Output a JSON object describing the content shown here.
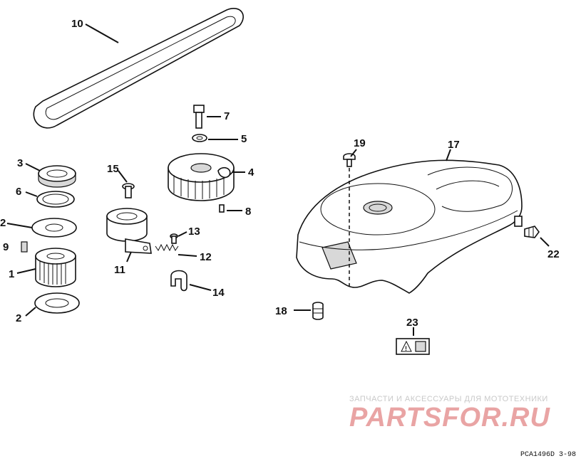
{
  "callouts": {
    "c1": "1",
    "c2a": "2",
    "c2b": "2",
    "c3": "3",
    "c4": "4",
    "c5": "5",
    "c6": "6",
    "c7": "7",
    "c8": "8",
    "c9": "9",
    "c10": "10",
    "c11": "11",
    "c12": "12",
    "c13": "13",
    "c14": "14",
    "c15": "15",
    "c17": "17",
    "c18": "18",
    "c19": "19",
    "c22": "22",
    "c23": "23"
  },
  "watermark": {
    "caption": "ЗАПЧАСТИ И АКСЕССУАРЫ ДЛЯ МОТОТЕХНИКИ",
    "logo": "PARTSFOR.RU"
  },
  "reference_code": "PCA1496D 3-98"
}
